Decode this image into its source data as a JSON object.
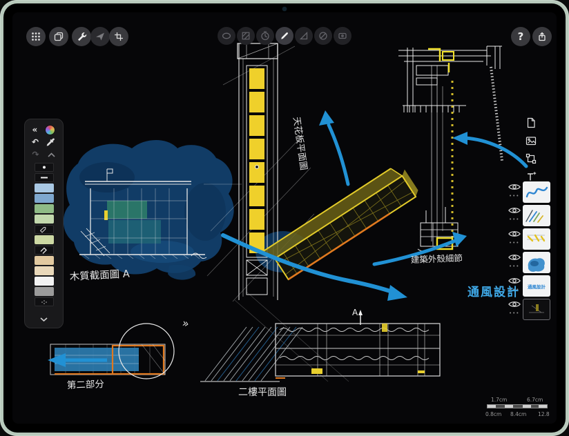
{
  "device": {
    "name": "iPad",
    "frame_color": "#b7c9bb"
  },
  "top_toolbar": {
    "left_buttons": [
      {
        "icon": "grid-dots-icon"
      },
      {
        "icon": "duplicate-icon"
      },
      {
        "icon": "wrench-icon"
      },
      {
        "icon": "send-plane-icon"
      },
      {
        "icon": "frame-crop-icon"
      }
    ],
    "center_tools": [
      {
        "icon": "ellipse-tool-icon",
        "active": false
      },
      {
        "icon": "hatch-fill-tool-icon",
        "active": false
      },
      {
        "icon": "timer-tool-icon",
        "active": false
      },
      {
        "icon": "pencil-tool-icon",
        "active": true
      },
      {
        "icon": "set-square-tool-icon",
        "active": false
      },
      {
        "icon": "eraser-tool-icon",
        "active": false
      },
      {
        "icon": "capture-tool-icon",
        "active": false
      }
    ],
    "help_button_label": "?",
    "share_button": {
      "icon": "share-icon"
    }
  },
  "left_palette": {
    "collapse_glyph": "«",
    "undo_glyph": "↶",
    "redo_glyph": "↷",
    "header_icons": [
      "color-wheel-icon",
      "eyedropper-icon",
      "caret-up-icon"
    ],
    "swatches": [
      {
        "type": "brush",
        "icon": "dot-brush-icon"
      },
      {
        "type": "brush",
        "icon": "flat-brush-icon"
      },
      {
        "type": "color",
        "value": "#a9c8e4"
      },
      {
        "type": "color",
        "value": "#7fa8cf"
      },
      {
        "type": "color",
        "value": "#8fbb86"
      },
      {
        "type": "color",
        "value": "#c2d8ad"
      },
      {
        "type": "pen",
        "icon": "fountain-pen-icon"
      },
      {
        "type": "color",
        "value": "#cdd9a4"
      },
      {
        "type": "pen",
        "icon": "marker-pen-icon"
      },
      {
        "type": "color",
        "value": "#e2c9a0"
      },
      {
        "type": "color",
        "value": "#e9d8ba"
      },
      {
        "type": "color",
        "value": "#f2f2f2"
      },
      {
        "type": "color",
        "value": "#9b9b9b"
      },
      {
        "type": "brush",
        "icon": "airbrush-icon"
      }
    ],
    "expand_icon": "chevron-down-icon"
  },
  "layers_panel": {
    "tools": [
      "new-page-icon",
      "import-image-icon",
      "transform-icon",
      "text-tool-icon"
    ],
    "menu_glyph": "•••",
    "layers": [
      {
        "thumb": "blue-squiggle",
        "visible": true
      },
      {
        "thumb": "color-sketch",
        "visible": true
      },
      {
        "thumb": "yellow-strokes",
        "visible": true
      },
      {
        "thumb": "blue-silhouette",
        "visible": true
      },
      {
        "thumb": "text-label",
        "text": "通風設計",
        "visible": true
      },
      {
        "thumb": "dark-canvas",
        "visible": true,
        "selected": true
      }
    ]
  },
  "canvas": {
    "annotations": {
      "wood_section": "木質截面圖 A",
      "ceiling_plan": "天花板平面圖",
      "shell_detail": "建築外殼細節",
      "ventilation": "通風設計",
      "part_two": "第二部分",
      "second_floor_plan": "二樓平面圖",
      "marker_letter": "A",
      "chevron_marks": "»"
    },
    "colors": {
      "arrow_blue": "#2191d4",
      "ventilation_text": "#3fa9e8",
      "highlight_yellow": "#eed22b",
      "orange": "#e0791f",
      "watercolor_blue": "#123f6b",
      "teal": "#2c7868"
    },
    "scale_bar": {
      "row1": [
        "1.7cm",
        "6.7cm"
      ],
      "row2": [
        "0.8cm",
        "8.4cm",
        "12.8"
      ]
    }
  }
}
